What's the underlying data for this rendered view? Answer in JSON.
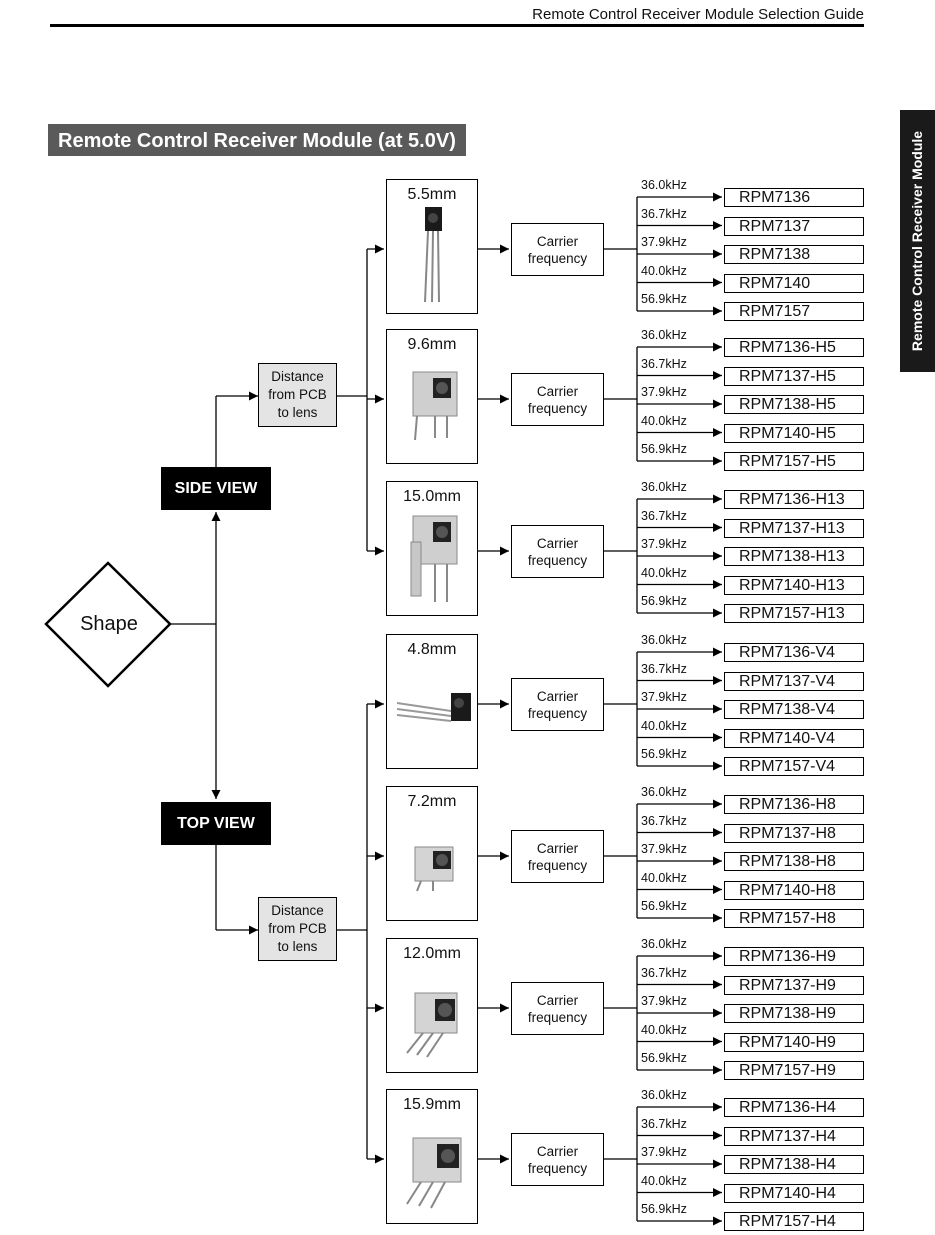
{
  "header": {
    "title": "Remote Control Receiver Module Selection Guide"
  },
  "section_title": "Remote Control Receiver Module (at 5.0V)",
  "side_tab": "Remote Control Receiver Module",
  "shape_label": "Shape",
  "side_view": {
    "label": "SIDE VIEW",
    "distance_label": "Distance\nfrom PCB\nto lens",
    "groups": [
      {
        "mm": "5.5mm",
        "carrier": "Carrier\nfrequency",
        "freqs": [
          "36.0kHz",
          "36.7kHz",
          "37.9kHz",
          "40.0kHz",
          "56.9kHz"
        ],
        "parts": [
          "RPM7136",
          "RPM7137",
          "RPM7138",
          "RPM7140",
          "RPM7157"
        ]
      },
      {
        "mm": "9.6mm",
        "carrier": "Carrier\nfrequency",
        "freqs": [
          "36.0kHz",
          "36.7kHz",
          "37.9kHz",
          "40.0kHz",
          "56.9kHz"
        ],
        "parts": [
          "RPM7136-H5",
          "RPM7137-H5",
          "RPM7138-H5",
          "RPM7140-H5",
          "RPM7157-H5"
        ]
      },
      {
        "mm": "15.0mm",
        "carrier": "Carrier\nfrequency",
        "freqs": [
          "36.0kHz",
          "36.7kHz",
          "37.9kHz",
          "40.0kHz",
          "56.9kHz"
        ],
        "parts": [
          "RPM7136-H13",
          "RPM7137-H13",
          "RPM7138-H13",
          "RPM7140-H13",
          "RPM7157-H13"
        ]
      }
    ]
  },
  "top_view": {
    "label": "TOP VIEW",
    "distance_label": "Distance\nfrom PCB\nto lens",
    "groups": [
      {
        "mm": "4.8mm",
        "carrier": "Carrier\nfrequency",
        "freqs": [
          "36.0kHz",
          "36.7kHz",
          "37.9kHz",
          "40.0kHz",
          "56.9kHz"
        ],
        "parts": [
          "RPM7136-V4",
          "RPM7137-V4",
          "RPM7138-V4",
          "RPM7140-V4",
          "RPM7157-V4"
        ]
      },
      {
        "mm": "7.2mm",
        "carrier": "Carrier\nfrequency",
        "freqs": [
          "36.0kHz",
          "36.7kHz",
          "37.9kHz",
          "40.0kHz",
          "56.9kHz"
        ],
        "parts": [
          "RPM7136-H8",
          "RPM7137-H8",
          "RPM7138-H8",
          "RPM7140-H8",
          "RPM7157-H8"
        ]
      },
      {
        "mm": "12.0mm",
        "carrier": "Carrier\nfrequency",
        "freqs": [
          "36.0kHz",
          "36.7kHz",
          "37.9kHz",
          "40.0kHz",
          "56.9kHz"
        ],
        "parts": [
          "RPM7136-H9",
          "RPM7137-H9",
          "RPM7138-H9",
          "RPM7140-H9",
          "RPM7157-H9"
        ]
      },
      {
        "mm": "15.9mm",
        "carrier": "Carrier\nfrequency",
        "freqs": [
          "36.0kHz",
          "36.7kHz",
          "37.9kHz",
          "40.0kHz",
          "56.9kHz"
        ],
        "parts": [
          "RPM7136-H4",
          "RPM7137-H4",
          "RPM7138-H4",
          "RPM7140-H4",
          "RPM7157-H4"
        ]
      }
    ]
  }
}
